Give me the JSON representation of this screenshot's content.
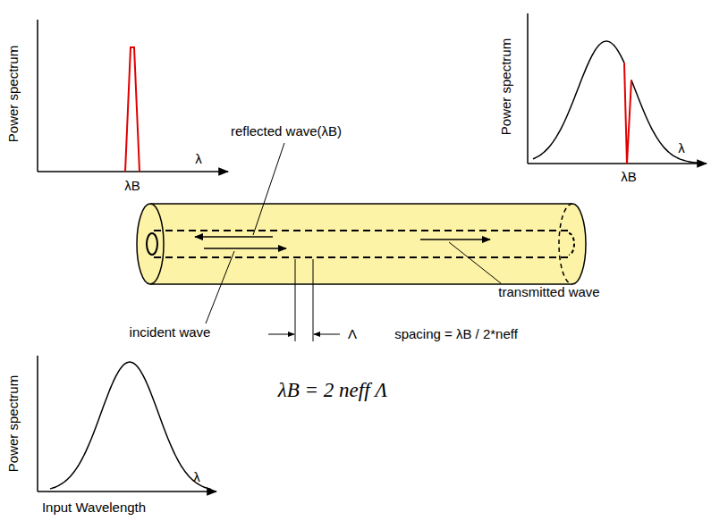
{
  "diagram": {
    "labels": [
      "reflected wave(λB)",
      "Power spectrum",
      "λ",
      "λB",
      "Power spectrum",
      "λ",
      "λB",
      "transmitted wave",
      "incident wave",
      "Λ",
      "spacing = λB / 2*neff",
      "λB = 2 neff Λ",
      "Power spectrum",
      "λ",
      "Input Wavelength"
    ]
  }
}
